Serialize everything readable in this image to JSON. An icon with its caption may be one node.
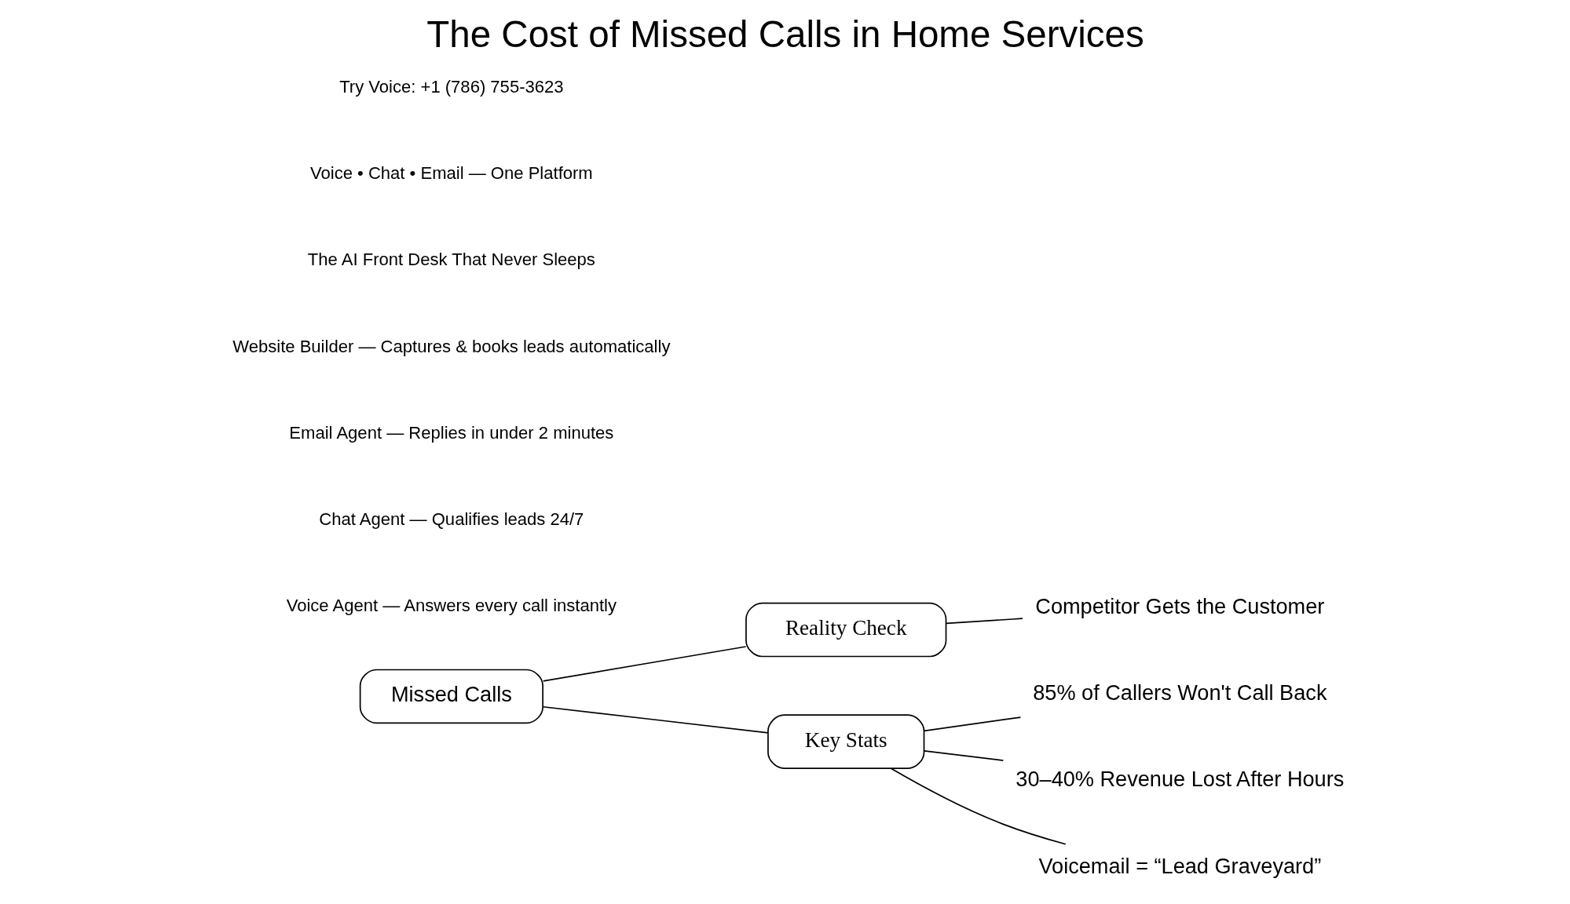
{
  "diagram": {
    "title": "The Cost of Missed Calls in Home Services",
    "nodes": [
      {
        "text": [
          "Missed Calls"
        ]
      },
      {
        "text": [
          "Reality Check"
        ]
      },
      {
        "text": [
          "Competitor Gets the Customer"
        ]
      },
      {
        "text": [
          "Key Stats"
        ]
      },
      {
        "text": [
          "85% of Callers Won't Call Back"
        ]
      },
      {
        "text": [
          "30–40% Revenue Lost After Hours"
        ]
      },
      {
        "text": [
          "Voicemail = “Lead Graveyard”"
        ]
      }
    ],
    "edges": [
      {
        "from": 0,
        "to": 1,
        "arrow": "none"
      },
      {
        "from": 1,
        "to": 2,
        "arrow": "none"
      },
      {
        "from": 0,
        "to": 3,
        "arrow": "none"
      },
      {
        "from": 3,
        "to": 4,
        "arrow": "none"
      },
      {
        "from": 3,
        "to": 5,
        "arrow": "none"
      },
      {
        "from": 3,
        "to": 6,
        "arrow": "none"
      }
    ],
    "labels": [
      "Voice Agent — Answers every call instantly",
      "Chat Agent — Qualifies leads 24/7",
      "Email Agent — Replies in under 2 minutes",
      "Website Builder — Captures & books leads automatically",
      "The AI Front Desk That Never Sleeps",
      "Voice • Chat • Email — One Platform",
      "Try Voice: +1 (786) 755-3623"
    ]
  }
}
